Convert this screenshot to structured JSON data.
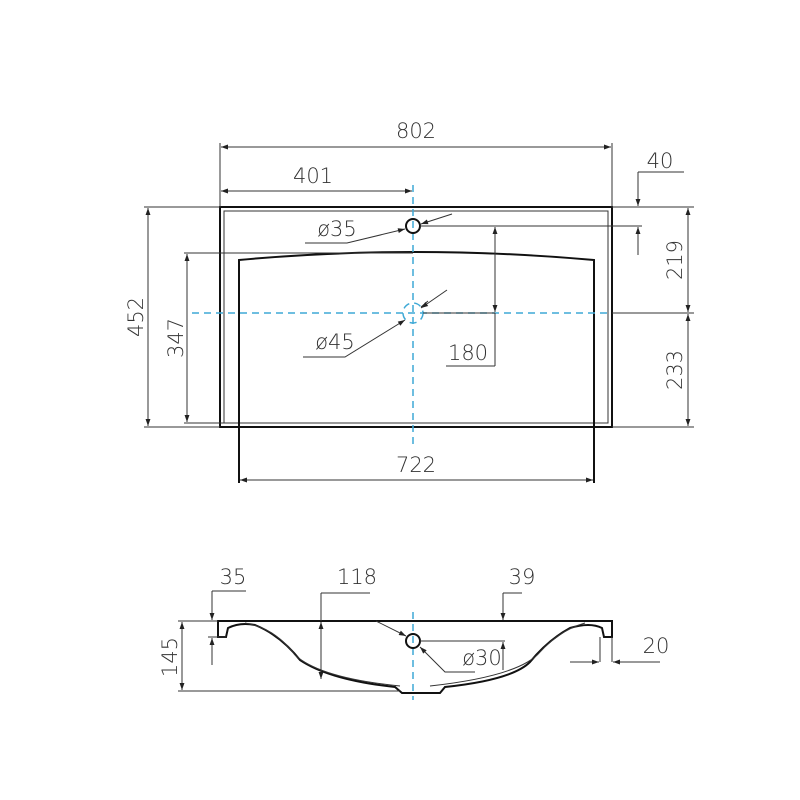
{
  "top_view": {
    "width_total": "802",
    "half_width": "401",
    "tap_offset": "40",
    "depth_total": "452",
    "basin_depth": "347",
    "basin_width": "722",
    "tap_to_drain": "180",
    "back_to_center": "219",
    "front_to_center": "233",
    "tap_hole": "ø35",
    "drain_hole": "ø45"
  },
  "side_view": {
    "height": "145",
    "rim_thickness": "35",
    "bowl_depth": "118",
    "overflow_offset": "39",
    "overflow_hole": "ø30",
    "edge_lip": "20"
  },
  "colors": {
    "line": "#333333",
    "centerline": "#3fa9d6"
  }
}
